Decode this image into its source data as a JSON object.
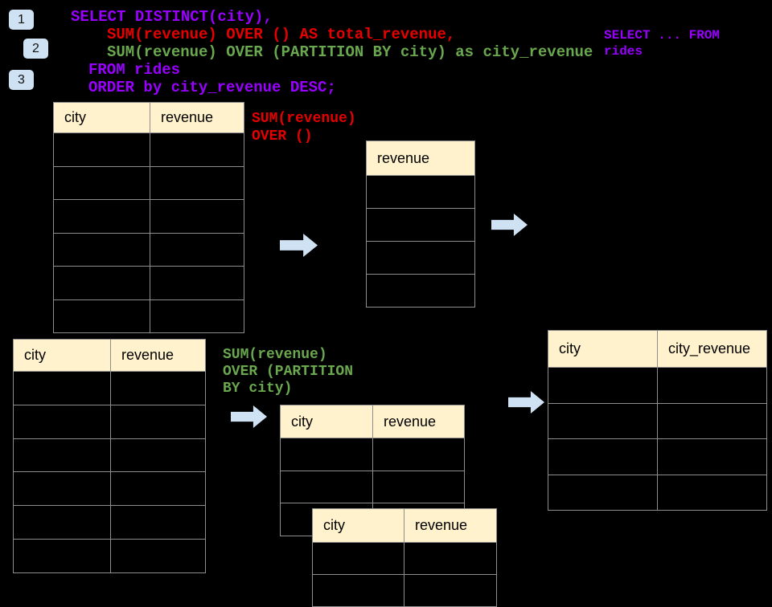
{
  "badges": [
    {
      "label": "1"
    },
    {
      "label": "2"
    },
    {
      "label": "3"
    }
  ],
  "sql_code": {
    "lines": [
      {
        "text": "SELECT DISTINCT(city),",
        "role": "select-clause"
      },
      {
        "text": "SUM(revenue) OVER () AS total_revenue,",
        "role": "window-function-total"
      },
      {
        "text": "SUM(revenue) OVER (PARTITION BY city) as city_revenue",
        "role": "window-function-partition"
      },
      {
        "text": "FROM rides",
        "role": "from-clause"
      },
      {
        "text": "ORDER by city_revenue DESC;",
        "role": "order-clause"
      }
    ]
  },
  "side_code": {
    "lines": [
      "SELECT ... FROM",
      "rides"
    ]
  },
  "annotations": {
    "over_all": {
      "lines": [
        "SUM(revenue)",
        "OVER ()"
      ]
    },
    "partition": {
      "lines": [
        "SUM(revenue)",
        "OVER (PARTITION",
        "BY city)"
      ]
    }
  },
  "tables": {
    "source_top": {
      "headers": [
        "city",
        "revenue"
      ],
      "body_rows": 6
    },
    "total_result": {
      "headers": [
        "revenue"
      ],
      "body_rows": 4
    },
    "source_bottom": {
      "headers": [
        "city",
        "revenue"
      ],
      "body_rows": 6
    },
    "partition_step": {
      "headers": [
        "city",
        "revenue"
      ],
      "body_rows": 3
    },
    "partition_overlay": {
      "headers": [
        "city",
        "revenue"
      ],
      "body_rows": 2
    },
    "partition_result": {
      "headers": [
        "city",
        "city_revenue"
      ],
      "body_rows": 4
    }
  },
  "colors": {
    "background": "#000000",
    "keyword_purple": "#9900ff",
    "total_red": "#e60000",
    "partition_green": "#6aa84f",
    "table_header_bg": "#fff2cc",
    "table_border": "#8e8e8e",
    "arrow_blue": "#cfe2f3",
    "badge_bg": "#cfe2f3"
  }
}
